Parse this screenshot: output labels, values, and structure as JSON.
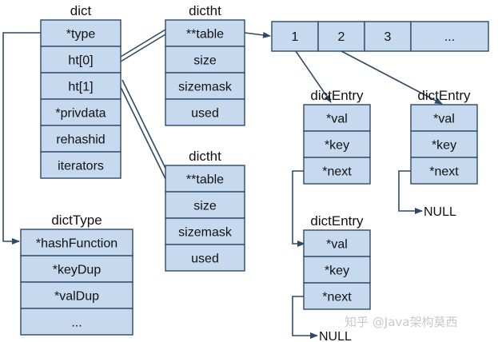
{
  "structures": {
    "dict": {
      "title": "dict",
      "fields": [
        "*type",
        "ht[0]",
        "ht[1]",
        "*privdata",
        "rehashid",
        "iterators"
      ]
    },
    "dictht_0": {
      "title": "dictht",
      "fields": [
        "**table",
        "size",
        "sizemask",
        "used"
      ]
    },
    "dictht_1": {
      "title": "dictht",
      "fields": [
        "**table",
        "size",
        "sizemask",
        "used"
      ]
    },
    "dictType": {
      "title": "dictType",
      "fields": [
        "*hashFunction",
        "*keyDup",
        "*valDup",
        "..."
      ]
    },
    "table_array": {
      "cells": [
        "1",
        "2",
        "3",
        "..."
      ]
    },
    "dictEntry_a": {
      "title": "dictEntry",
      "fields": [
        "*val",
        "*key",
        "*next"
      ]
    },
    "dictEntry_b": {
      "title": "dictEntry",
      "fields": [
        "*val",
        "*key",
        "*next"
      ]
    },
    "dictEntry_c": {
      "title": "dictEntry",
      "fields": [
        "*val",
        "*key",
        "*next"
      ]
    }
  },
  "null_labels": {
    "right": "NULL",
    "bottom": "NULL"
  },
  "watermark": "知乎 @Java架构莫西",
  "colors": {
    "box_fill": "#c6d9ef",
    "box_stroke": "#2e4a66",
    "line": "#2e4a66",
    "text": "#111111"
  }
}
